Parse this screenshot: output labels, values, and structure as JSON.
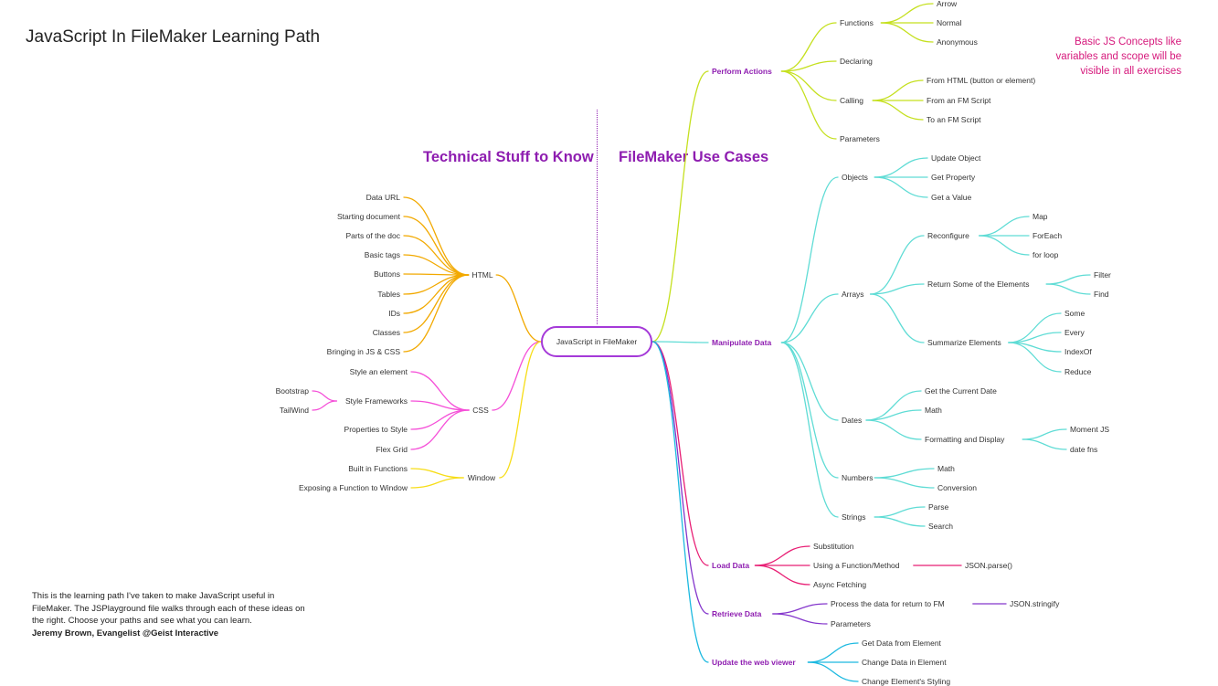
{
  "title": "JavaScript In FileMaker Learning Path",
  "headings": {
    "technical": "Technical Stuff to Know",
    "usecases": "FileMaker Use Cases"
  },
  "note": "Basic JS Concepts like variables and scope will be visible in all exercises",
  "footer": {
    "body": "This is the learning path I've taken to make JavaScript useful in FileMaker. The JSPlayground file walks through each of these ideas on the right. Choose your paths and see what you can learn.",
    "author": "Jeremy Brown, Evangelist @Geist Interactive"
  },
  "root": {
    "label": "JavaScript in FileMaker"
  },
  "colors": {
    "html": "#f2a900",
    "css": "#f54fd8",
    "window": "#f7dd17",
    "perform": "#c5e01f",
    "manipulate": "#5fdcd5",
    "load": "#e81e74",
    "retrieve": "#8436cc",
    "update": "#1cb9e0",
    "heading": "#8e1db0",
    "note": "#d6197c",
    "root_border": "#a53ad8"
  },
  "left_branches": [
    {
      "id": "html",
      "label": "HTML",
      "children": [
        {
          "label": "Data URL"
        },
        {
          "label": "Starting document"
        },
        {
          "label": "Parts of the doc"
        },
        {
          "label": "Basic tags"
        },
        {
          "label": "Buttons"
        },
        {
          "label": "Tables"
        },
        {
          "label": "IDs"
        },
        {
          "label": "Classes"
        },
        {
          "label": "Bringing in JS & CSS"
        }
      ]
    },
    {
      "id": "css",
      "label": "CSS",
      "children": [
        {
          "label": "Style an element"
        },
        {
          "label": "Style Frameworks",
          "children": [
            {
              "label": "Bootstrap"
            },
            {
              "label": "TailWind"
            }
          ]
        },
        {
          "label": "Properties to Style"
        },
        {
          "label": "Flex Grid"
        }
      ]
    },
    {
      "id": "window",
      "label": "Window",
      "children": [
        {
          "label": "Built in Functions"
        },
        {
          "label": "Exposing a Function to Window"
        }
      ]
    }
  ],
  "right_branches": [
    {
      "id": "perform",
      "label": "Perform Actions",
      "children": [
        {
          "label": "Functions",
          "children": [
            {
              "label": "Arrow"
            },
            {
              "label": "Normal"
            },
            {
              "label": "Anonymous"
            }
          ]
        },
        {
          "label": "Declaring"
        },
        {
          "label": "Calling",
          "children": [
            {
              "label": "From HTML (button or element)"
            },
            {
              "label": "From an FM Script"
            },
            {
              "label": "To an FM Script"
            }
          ]
        },
        {
          "label": "Parameters"
        }
      ]
    },
    {
      "id": "manipulate",
      "label": "Manipulate Data",
      "children": [
        {
          "label": "Objects",
          "children": [
            {
              "label": "Update Object"
            },
            {
              "label": "Get Property"
            },
            {
              "label": "Get a Value"
            }
          ]
        },
        {
          "label": "Arrays",
          "children": [
            {
              "label": "Reconfigure",
              "children": [
                {
                  "label": "Map"
                },
                {
                  "label": "ForEach"
                },
                {
                  "label": "for loop"
                }
              ]
            },
            {
              "label": "Return Some of the Elements",
              "children": [
                {
                  "label": "Filter"
                },
                {
                  "label": "Find"
                }
              ]
            },
            {
              "label": "Summarize Elements",
              "children": [
                {
                  "label": "Some"
                },
                {
                  "label": "Every"
                },
                {
                  "label": "IndexOf"
                },
                {
                  "label": "Reduce"
                }
              ]
            }
          ]
        },
        {
          "label": "Dates",
          "children": [
            {
              "label": "Get the Current Date"
            },
            {
              "label": "Math"
            },
            {
              "label": "Formatting and Display",
              "children": [
                {
                  "label": "Moment JS"
                },
                {
                  "label": "date fns"
                }
              ]
            }
          ]
        },
        {
          "label": "Numbers",
          "children": [
            {
              "label": "Math"
            },
            {
              "label": "Conversion"
            }
          ]
        },
        {
          "label": "Strings",
          "children": [
            {
              "label": "Parse"
            },
            {
              "label": "Search"
            }
          ]
        }
      ]
    },
    {
      "id": "load",
      "label": "Load Data",
      "children": [
        {
          "label": "Substitution"
        },
        {
          "label": "Using a Function/Method",
          "children": [
            {
              "label": "JSON.parse()"
            }
          ]
        },
        {
          "label": "Async Fetching"
        }
      ]
    },
    {
      "id": "retrieve",
      "label": "Retrieve Data",
      "children": [
        {
          "label": "Process the data for return to FM",
          "children": [
            {
              "label": "JSON.stringify"
            }
          ]
        },
        {
          "label": "Parameters"
        }
      ]
    },
    {
      "id": "update",
      "label": "Update the web viewer",
      "children": [
        {
          "label": "Get Data from Element"
        },
        {
          "label": "Change Data in Element"
        },
        {
          "label": "Change Element's Styling"
        }
      ]
    }
  ]
}
